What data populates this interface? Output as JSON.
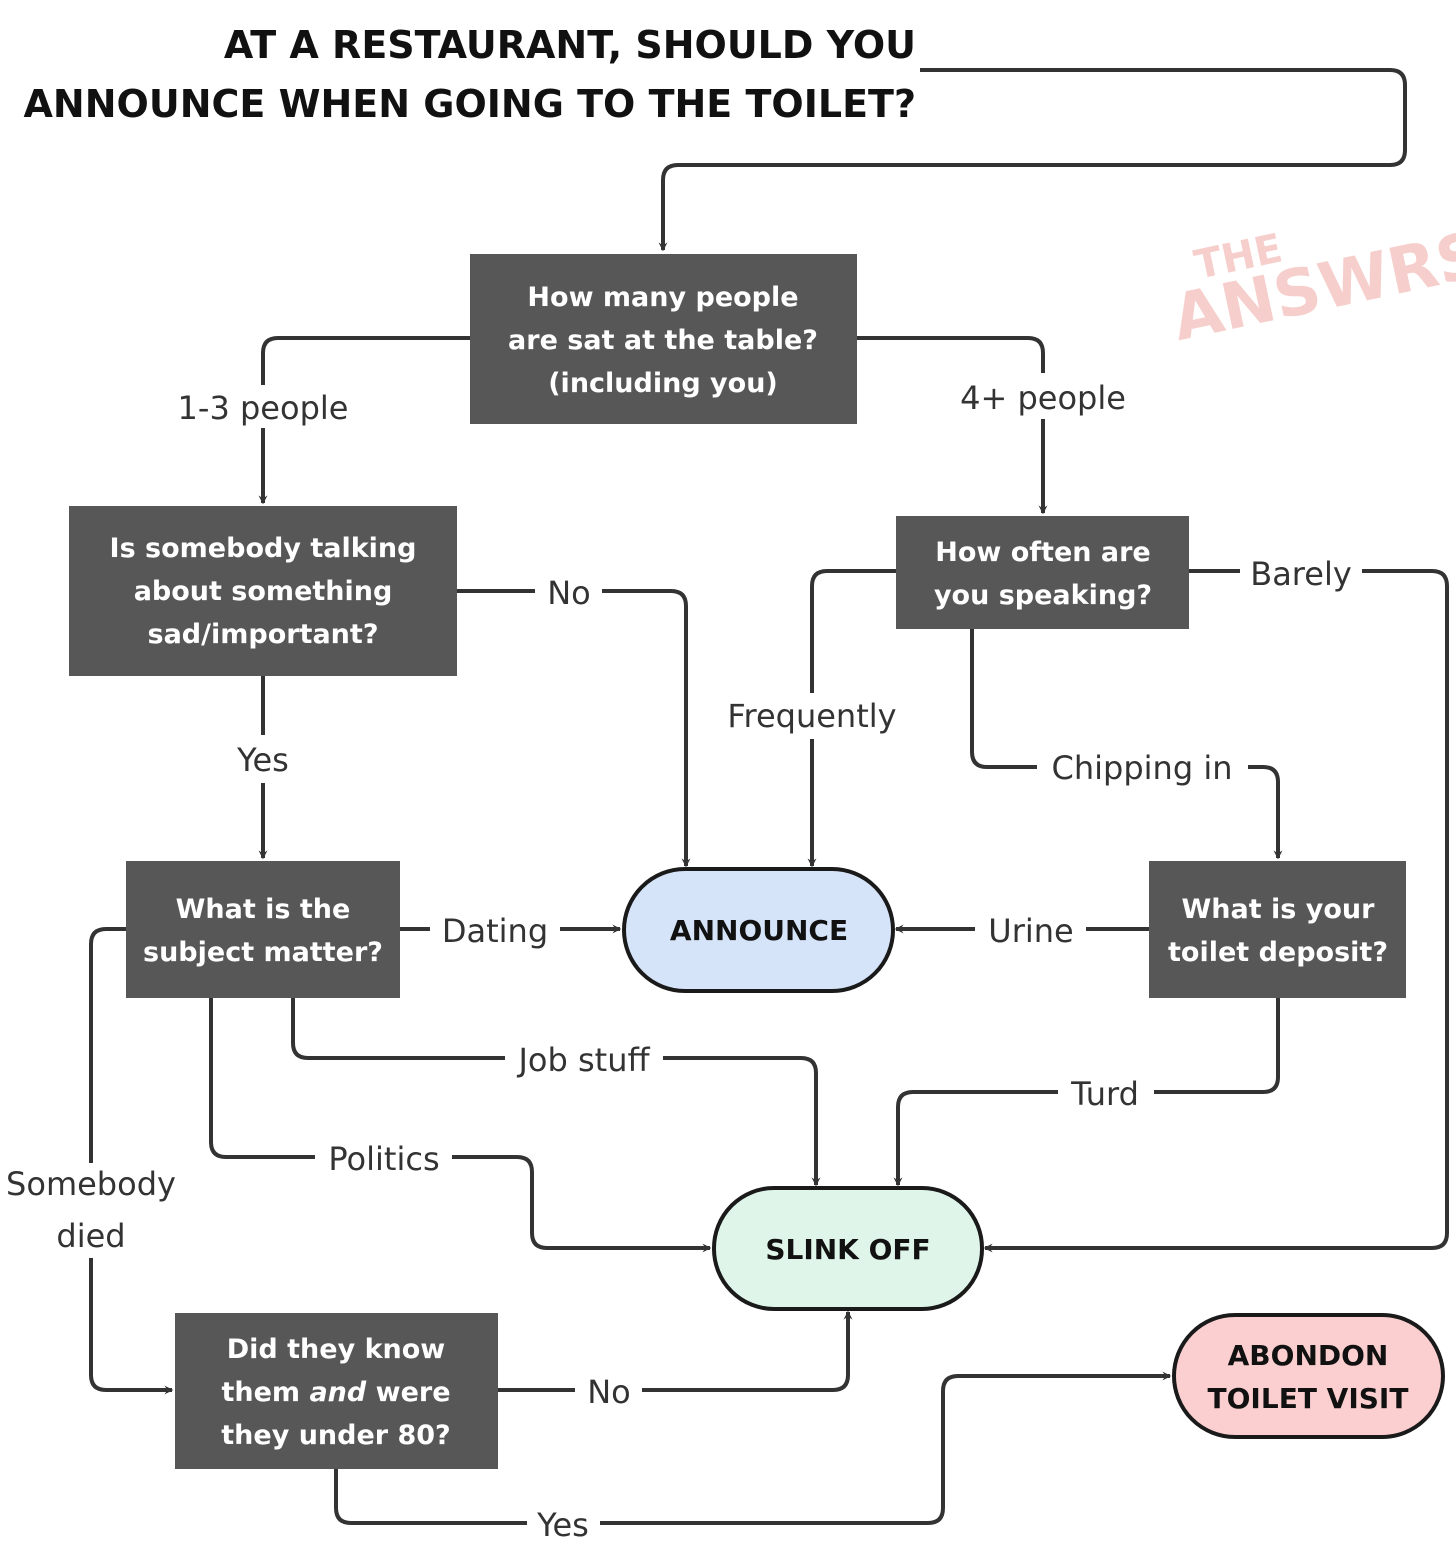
{
  "title": {
    "line1": "AT A RESTAURANT, SHOULD YOU",
    "line2": "ANNOUNCE WHEN GOING TO THE TOILET?"
  },
  "watermark": {
    "line1": "THE",
    "line2": "ANSWRS"
  },
  "colors": {
    "question_box": "#575757",
    "announce_fill": "#d6e4fa",
    "slink_fill": "#dff5ea",
    "abandon_fill": "#fbcfcf",
    "line": "#333333",
    "watermark": "#f6cfcc"
  },
  "nodes": {
    "q_people": [
      "How many people",
      "are sat at the table?",
      "(including you)"
    ],
    "q_sad": [
      "Is somebody talking",
      "about something",
      "sad/important?"
    ],
    "q_speaking": [
      "How often are",
      "you speaking?"
    ],
    "q_subject": [
      "What is the",
      "subject matter?"
    ],
    "q_deposit": [
      "What is your",
      "toilet deposit?"
    ],
    "q_knew": [
      "Did they know",
      "them and were",
      "they under 80?"
    ],
    "q_knew_parts": {
      "a": "them ",
      "b": "and",
      "c": " were"
    },
    "announce": "ANNOUNCE",
    "slink": "SLINK OFF",
    "abandon": [
      "ABONDON",
      "TOILET VISIT"
    ]
  },
  "edges": {
    "one_three": "1-3 people",
    "four_plus": "4+ people",
    "no_sad": "No",
    "yes_sad": "Yes",
    "frequently": "Frequently",
    "barely": "Barely",
    "chipping_in": "Chipping in",
    "dating": "Dating",
    "urine": "Urine",
    "job_stuff": "Job stuff",
    "turd": "Turd",
    "politics": "Politics",
    "somebody_died": [
      "Somebody",
      "died"
    ],
    "no_knew": "No",
    "yes_knew": "Yes"
  }
}
